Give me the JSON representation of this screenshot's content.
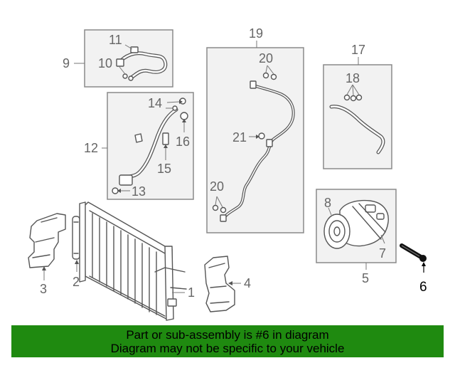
{
  "callouts": {
    "c1": "1",
    "c2": "2",
    "c3": "3",
    "c4": "4",
    "c5": "5",
    "c6": "6",
    "c7": "7",
    "c8": "8",
    "c9": "9",
    "c10": "10",
    "c11": "11",
    "c12": "12",
    "c13": "13",
    "c14": "14",
    "c15": "15",
    "c16": "16",
    "c17": "17",
    "c18": "18",
    "c19": "19",
    "c20a": "20",
    "c20b": "20",
    "c21": "21"
  },
  "footer": {
    "line1": "Part or sub-assembly is #6 in diagram",
    "line2": "Diagram may not be specific to your vehicle"
  },
  "colors": {
    "footer_bg": "#1f8a10",
    "highlight_part": "#000000"
  }
}
